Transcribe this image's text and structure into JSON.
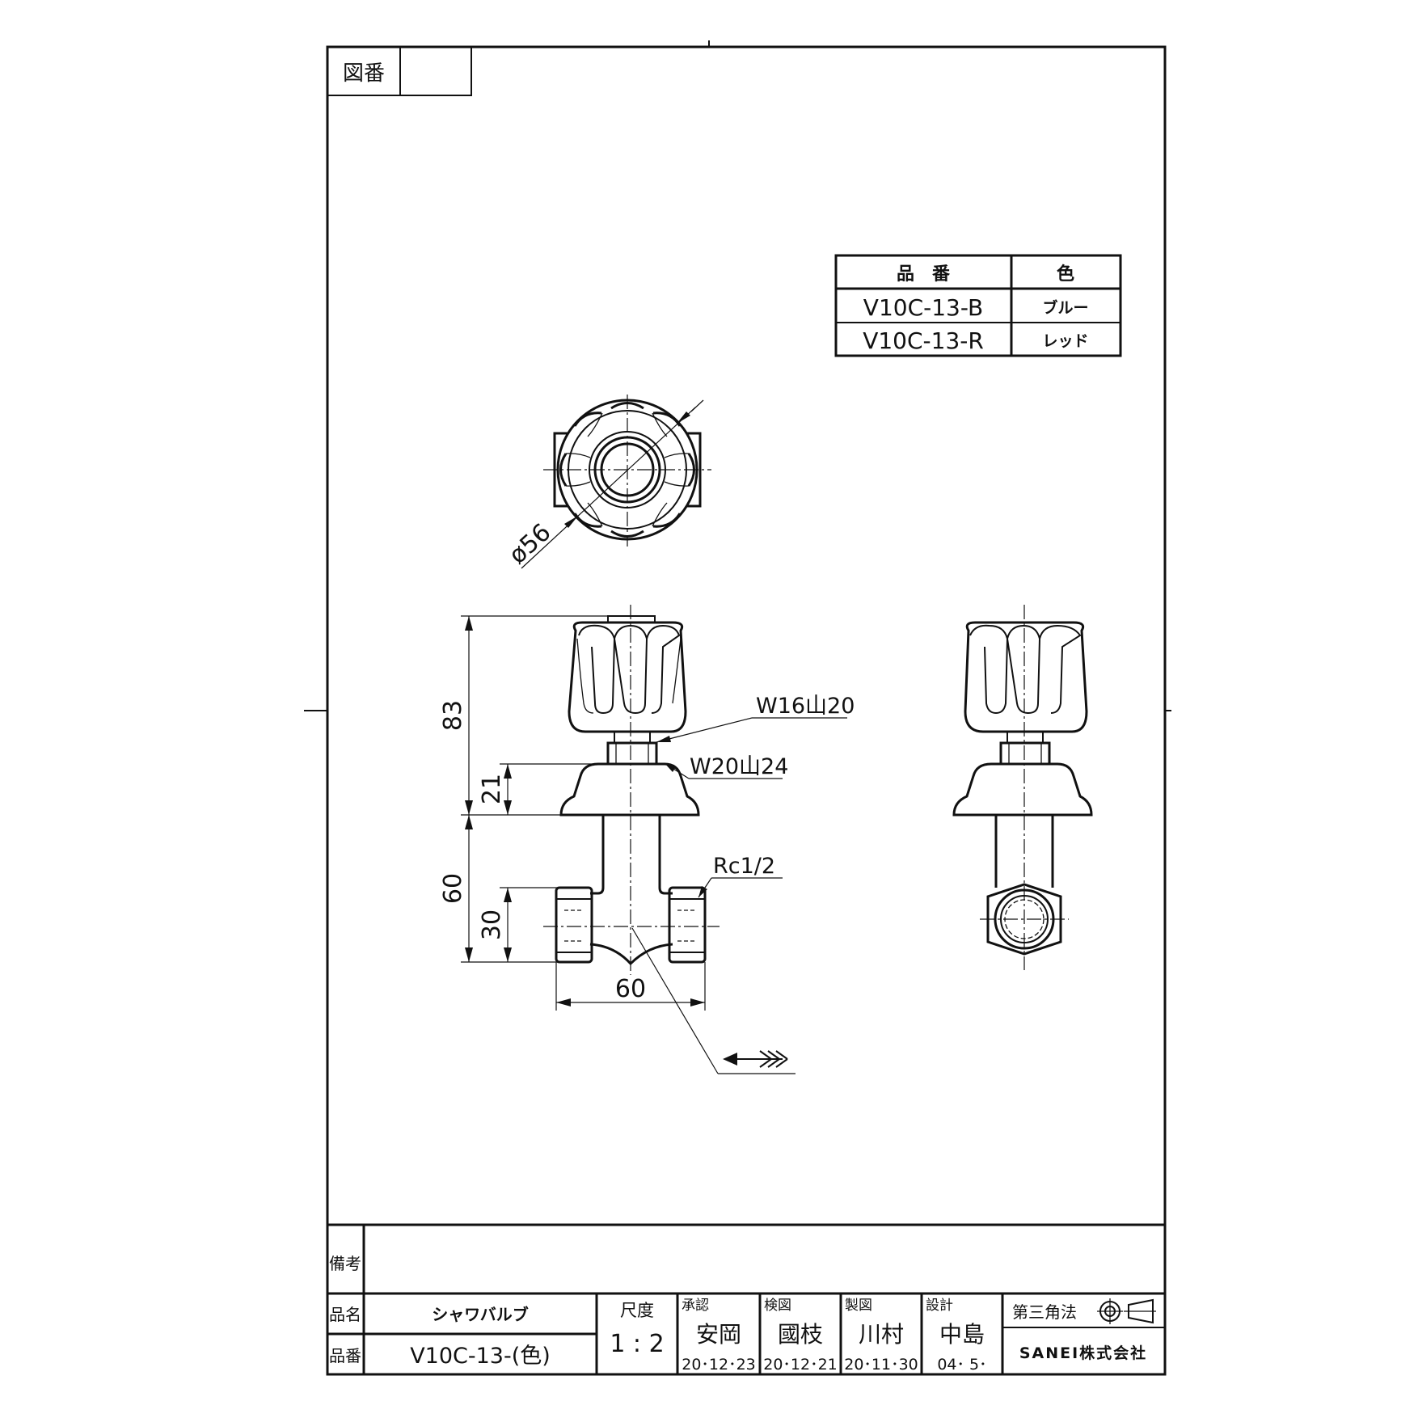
{
  "sheet": {
    "drawing_no_label": "図番",
    "drawing_no_value": ""
  },
  "parts_table": {
    "header_part_no": "品　番",
    "header_color": "色",
    "rows": [
      {
        "part_no": "V10C-13-B",
        "color": "ブルー"
      },
      {
        "part_no": "V10C-13-R",
        "color": "レッド"
      }
    ]
  },
  "dimensions": {
    "knob_diameter": "ø56",
    "total_height": "83",
    "flange_height": "21",
    "body_height": "60",
    "port_height": "30",
    "body_width": "60",
    "thread_w16": "W16山20",
    "thread_w20": "W20山24",
    "thread_rc": "Rc1/2"
  },
  "title_block": {
    "remarks_label": "備考",
    "remarks_value": "",
    "product_name_label": "品名",
    "product_name": "シャワバルブ",
    "product_no_label": "品番",
    "product_no": "V10C-13-(色)",
    "scale_label": "尺度",
    "scale_value": "1 : 2",
    "approval_label": "承認",
    "approval_name": "安岡",
    "approval_date": "20･12･23",
    "inspect_label": "検図",
    "inspect_name": "國枝",
    "inspect_date": "20･12･21",
    "drawn_label": "製図",
    "drawn_name": "川村",
    "drawn_date": "20･11･30",
    "design_label": "設計",
    "design_name": "中島",
    "design_date": "04･ 5･",
    "projection_label": "第三角法",
    "company": "SANEI株式会社"
  }
}
